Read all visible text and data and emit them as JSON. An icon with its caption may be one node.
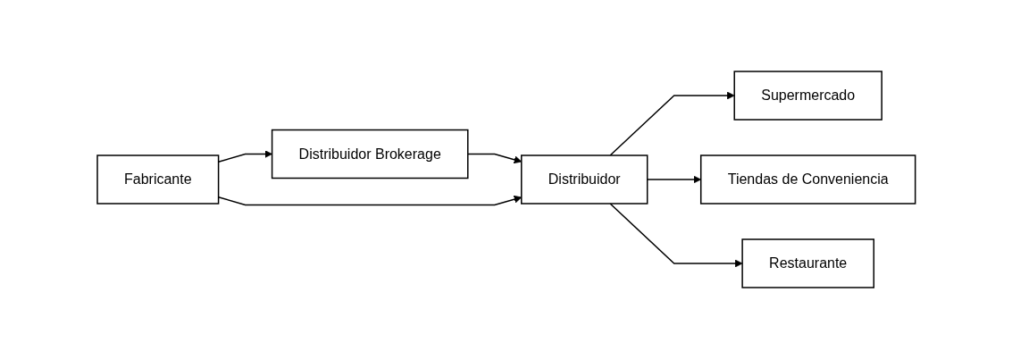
{
  "diagram": {
    "nodes": [
      {
        "text": [
          "Fabricante"
        ]
      },
      {
        "text": [
          "Distribuidor Brokerage"
        ]
      },
      {
        "text": [
          "Distribuidor"
        ]
      },
      {
        "text": [
          "Supermercado"
        ]
      },
      {
        "text": [
          "Tiendas de Conveniencia"
        ]
      },
      {
        "text": [
          "Restaurante"
        ]
      }
    ],
    "edges": [
      {
        "from": 0,
        "to": 1,
        "arrow": "to"
      },
      {
        "from": 1,
        "to": 2,
        "arrow": "to"
      },
      {
        "from": 0,
        "to": 2,
        "arrow": "to"
      },
      {
        "from": 2,
        "to": 3,
        "arrow": "to"
      },
      {
        "from": 2,
        "to": 4,
        "arrow": "to"
      },
      {
        "from": 2,
        "to": 5,
        "arrow": "to"
      }
    ]
  }
}
